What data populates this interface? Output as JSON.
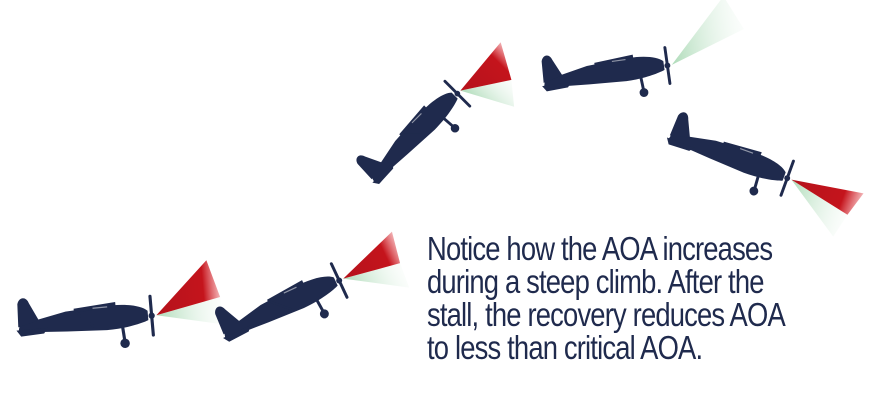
{
  "caption": {
    "lines": [
      "Notice how the AOA increases",
      "during a steep climb. After the",
      "stall, the recovery reduces AOA",
      "to less than critical AOA."
    ]
  },
  "aircraft": [
    {
      "name": "level-flight",
      "pitch_deg": -5
    },
    {
      "name": "climb-start",
      "pitch_deg": -25
    },
    {
      "name": "steep-climb",
      "pitch_deg": -45
    },
    {
      "name": "stall-recovery-level",
      "pitch_deg": -8
    },
    {
      "name": "recovery-descent",
      "pitch_deg": 20
    }
  ],
  "colors": {
    "airplane": "#1f2a4d",
    "aoa_wedge": "#b5121b",
    "airflow_wedge": "#cde9d3",
    "caption_text": "#1f2a4d"
  }
}
